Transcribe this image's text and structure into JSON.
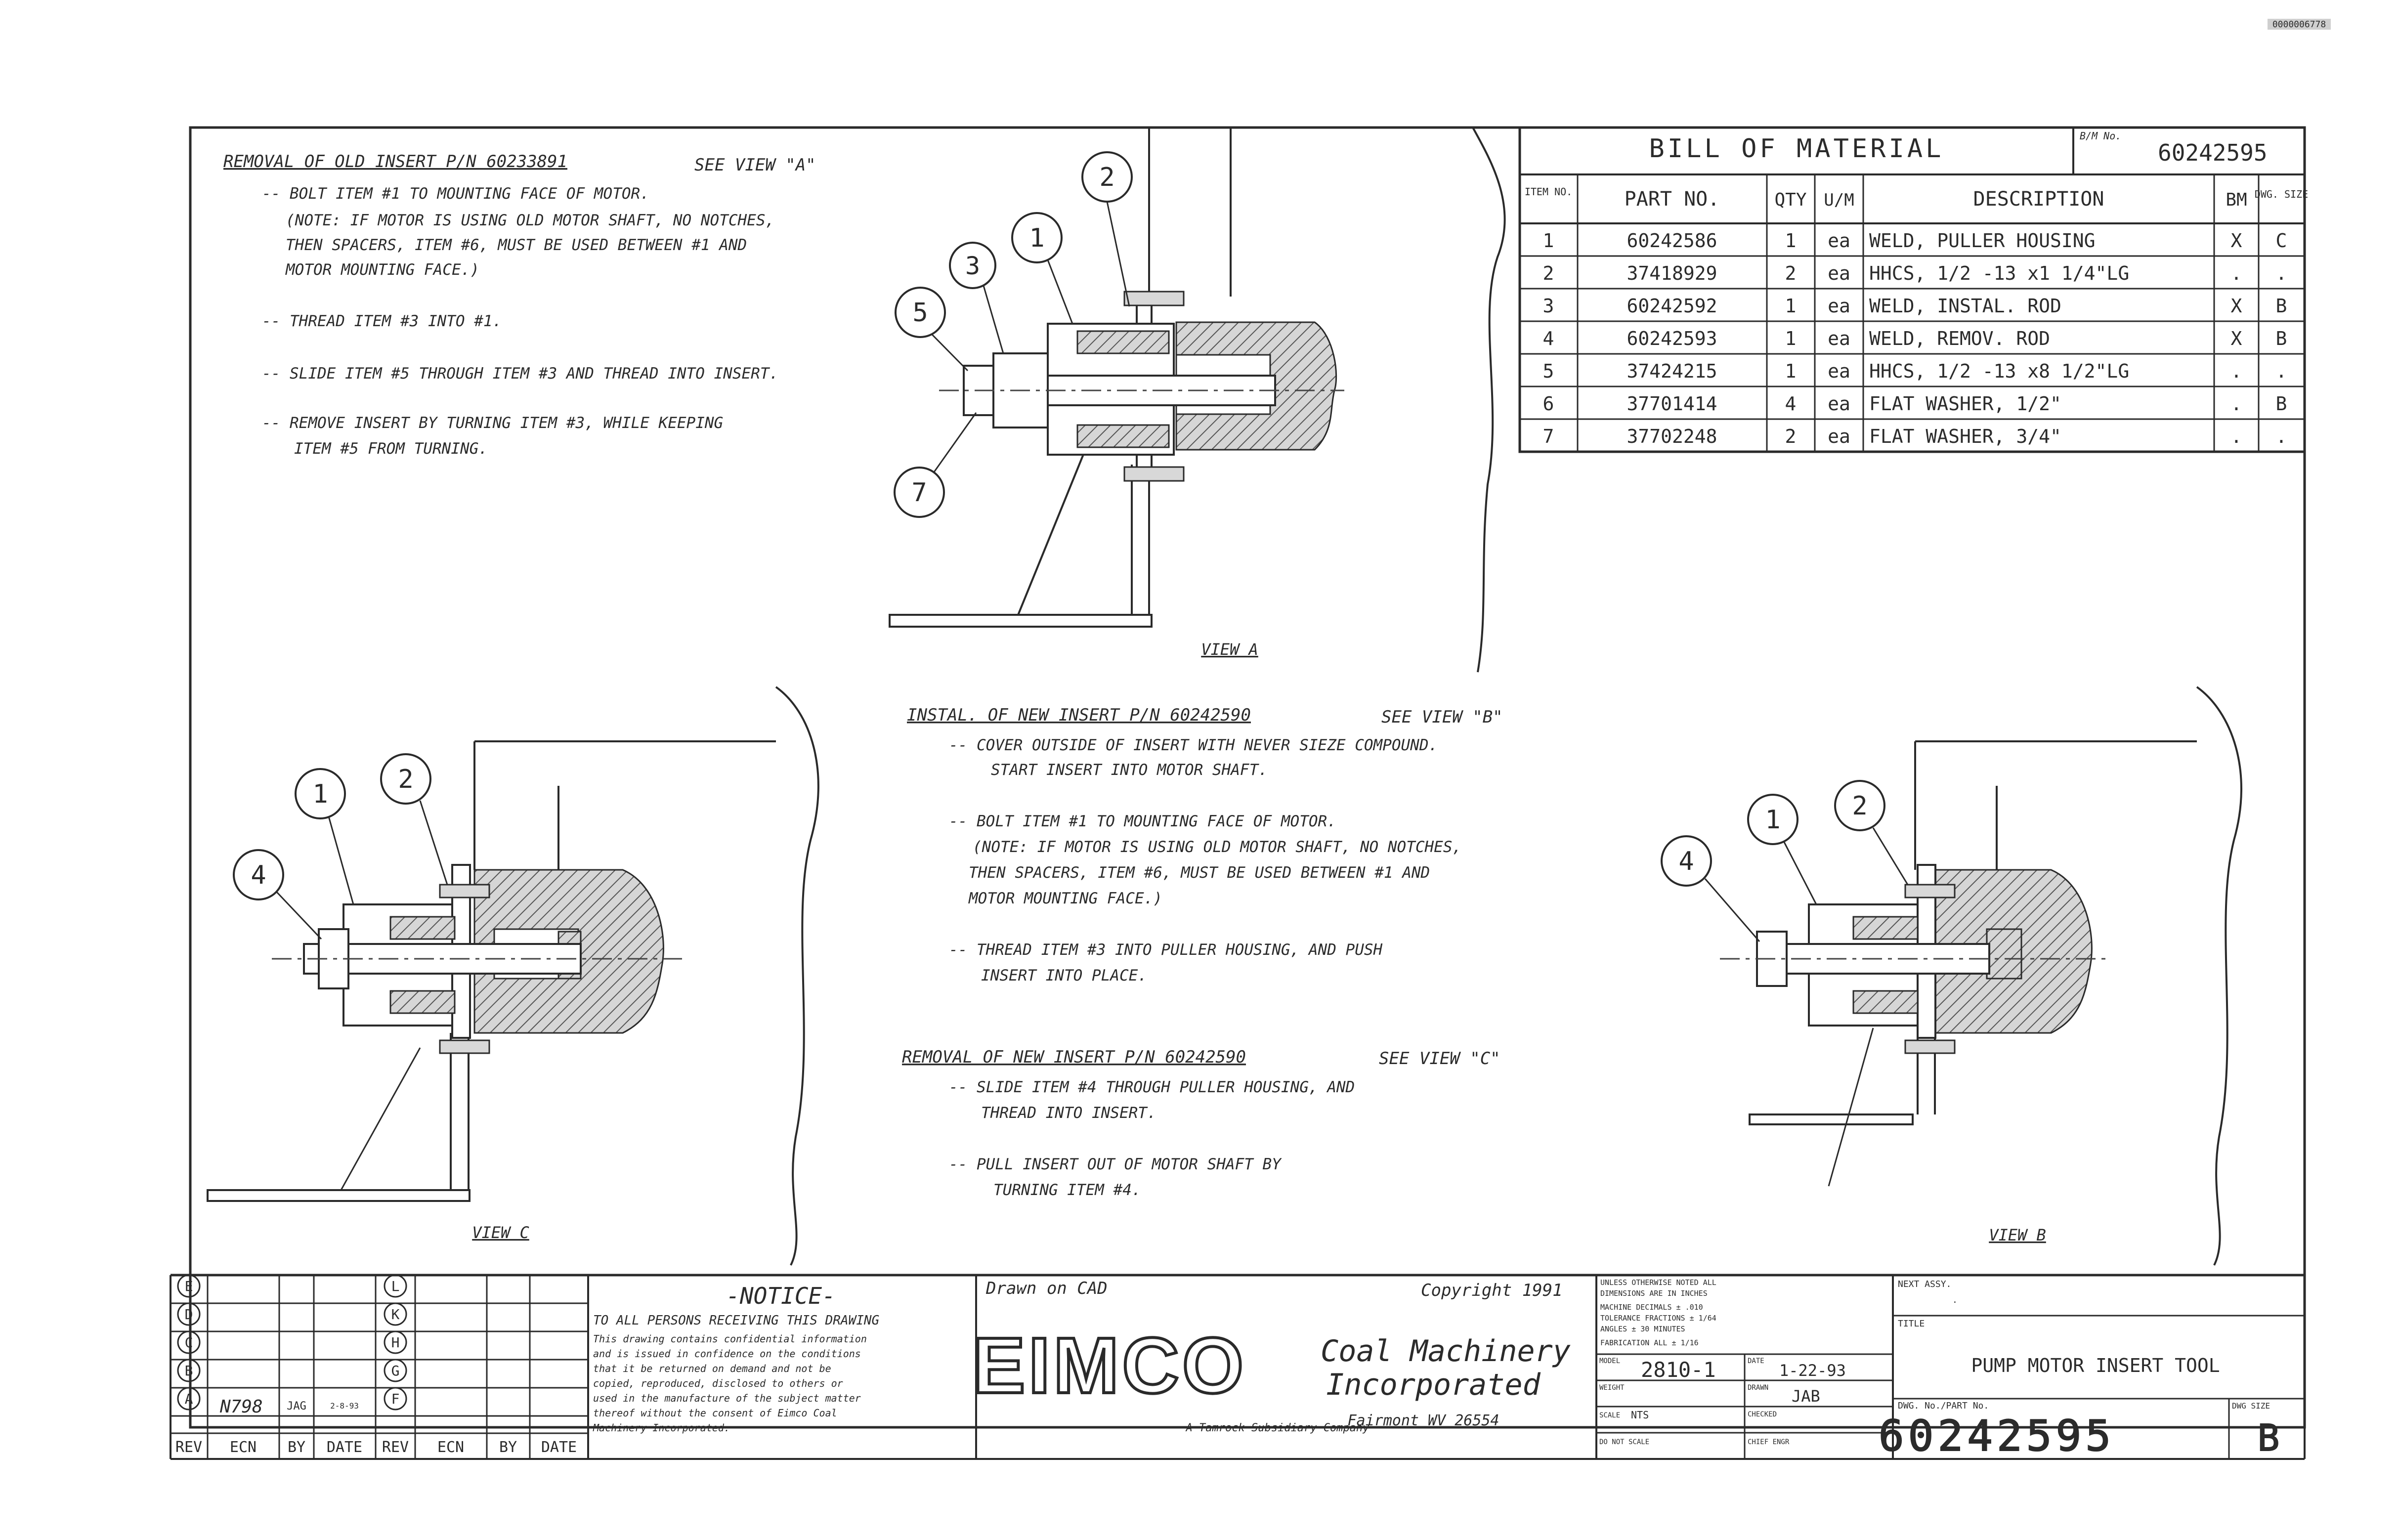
{
  "stamp": "0000006778",
  "removal_old": {
    "title": "REMOVAL OF OLD INSERT P/N 60233891",
    "see": "SEE VIEW \"A\"",
    "lines": [
      "-- BOLT ITEM #1 TO MOUNTING FACE OF MOTOR.",
      "(NOTE: IF MOTOR IS USING OLD MOTOR SHAFT, NO NOTCHES,",
      "THEN SPACERS, ITEM #6, MUST BE USED BETWEEN #1 AND",
      "MOTOR MOUNTING FACE.)",
      "-- THREAD ITEM #3 INTO #1.",
      "-- SLIDE ITEM #5 THROUGH ITEM #3 AND THREAD INTO INSERT.",
      "-- REMOVE INSERT BY TURNING ITEM #3, WHILE KEEPING",
      "ITEM #5 FROM TURNING."
    ]
  },
  "install_new": {
    "title": "INSTAL. OF NEW INSERT P/N 60242590",
    "see": "SEE VIEW \"B\"",
    "lines": [
      "-- COVER OUTSIDE OF INSERT WITH NEVER SIEZE COMPOUND.",
      "START INSERT INTO MOTOR SHAFT.",
      "-- BOLT ITEM #1 TO MOUNTING FACE OF MOTOR.",
      "(NOTE: IF MOTOR IS USING OLD MOTOR SHAFT, NO NOTCHES,",
      "THEN SPACERS, ITEM #6, MUST BE USED BETWEEN #1 AND",
      "MOTOR MOUNTING FACE.)",
      "-- THREAD ITEM #3 INTO PULLER HOUSING, AND PUSH",
      "INSERT INTO PLACE."
    ]
  },
  "removal_new": {
    "title": "REMOVAL OF NEW INSERT P/N 60242590",
    "see": "SEE VIEW \"C\"",
    "lines": [
      "-- SLIDE ITEM #4 THROUGH PULLER HOUSING, AND",
      "THREAD INTO INSERT.",
      "-- PULL INSERT OUT OF MOTOR SHAFT BY",
      "TURNING ITEM #4."
    ]
  },
  "views": {
    "a": "VIEW A",
    "b": "VIEW B",
    "c": "VIEW C"
  },
  "balloons": {
    "a": [
      "2",
      "1",
      "3",
      "5",
      "7"
    ],
    "b": [
      "1",
      "2",
      "4"
    ],
    "c": [
      "1",
      "2",
      "4"
    ]
  },
  "bom": {
    "title": "BILL OF MATERIAL",
    "bm_no_label": "B/M No.",
    "bm_no": "60242595",
    "headers": [
      "ITEM NO.",
      "PART NO.",
      "QTY",
      "U/M",
      "DESCRIPTION",
      "BM",
      "DWG. SIZE"
    ],
    "rows": [
      [
        "1",
        "60242586",
        "1",
        "ea",
        "WELD, PULLER HOUSING",
        "X",
        "C"
      ],
      [
        "2",
        "37418929",
        "2",
        "ea",
        "HHCS, 1/2 -13 x1 1/4\"LG",
        ".",
        "."
      ],
      [
        "3",
        "60242592",
        "1",
        "ea",
        "WELD, INSTAL. ROD",
        "X",
        "B"
      ],
      [
        "4",
        "60242593",
        "1",
        "ea",
        "WELD, REMOV. ROD",
        "X",
        "B"
      ],
      [
        "5",
        "37424215",
        "1",
        "ea",
        "HHCS, 1/2 -13 x8 1/2\"LG",
        ".",
        "."
      ],
      [
        "6",
        "37701414",
        "4",
        "ea",
        "FLAT WASHER, 1/2\"",
        ".",
        "B"
      ],
      [
        "7",
        "37702248",
        "2",
        "ea",
        "FLAT WASHER, 3/4\"",
        ".",
        "."
      ]
    ]
  },
  "rev_block": {
    "left_letters": [
      "E",
      "D",
      "C",
      "B",
      "A"
    ],
    "right_letters": [
      "L",
      "K",
      "H",
      "G",
      "F"
    ],
    "rev_a": {
      "ecn": "N798",
      "by": "JAG",
      "date": "2-8-93"
    },
    "headers": [
      "REV",
      "ECN",
      "BY",
      "DATE",
      "REV",
      "ECN",
      "BY",
      "DATE"
    ]
  },
  "notice": {
    "title": "-NOTICE-",
    "lines": [
      "TO ALL PERSONS RECEIVING THIS DRAWING",
      "This drawing contains confidential information",
      "and is issued in confidence on the conditions",
      "that it be returned on demand and not be",
      "copied, reproduced, disclosed to others or",
      "used in the manufacture of the subject matter",
      "thereof without the consent of Eimco Coal",
      "Machinery Incorporated."
    ]
  },
  "company": {
    "drawn_on": "Drawn on CAD",
    "copyright": "Copyright 1991",
    "logo": "EIMCO",
    "name1": "Coal Machinery",
    "name2": "Incorporated",
    "location": "Fairmont WV 26554",
    "subsidiary": "A Tamrock Subsidiary Company"
  },
  "tolerances": {
    "lines": [
      "UNLESS OTHERWISE NOTED ALL",
      "DIMENSIONS ARE IN INCHES",
      "MACHINE     DECIMALS ± .010",
      "TOLERANCE   FRACTIONS ± 1/64",
      "            ANGLES ± 30 MINUTES",
      "FABRICATION ALL ± 1/16"
    ]
  },
  "title_block": {
    "model_label": "MODEL",
    "model": "2810-1",
    "date_label": "DATE",
    "date": "1-22-93",
    "weight_label": "WEIGHT",
    "drawn_label": "DRAWN",
    "drawn": "JAB",
    "scale_label": "SCALE",
    "scale": "NTS",
    "checked_label": "CHECKED",
    "do_not_scale": "DO NOT SCALE",
    "chief_label": "CHIEF ENGR",
    "next_assy_label": "NEXT ASSY.",
    "next_assy": ".",
    "title_label": "TITLE",
    "title": "PUMP MOTOR INSERT TOOL",
    "dwg_no_label": "DWG. No./PART No.",
    "dwg_no": "60242595",
    "dwg_size_label": "DWG SIZE",
    "dwg_size": "B"
  }
}
